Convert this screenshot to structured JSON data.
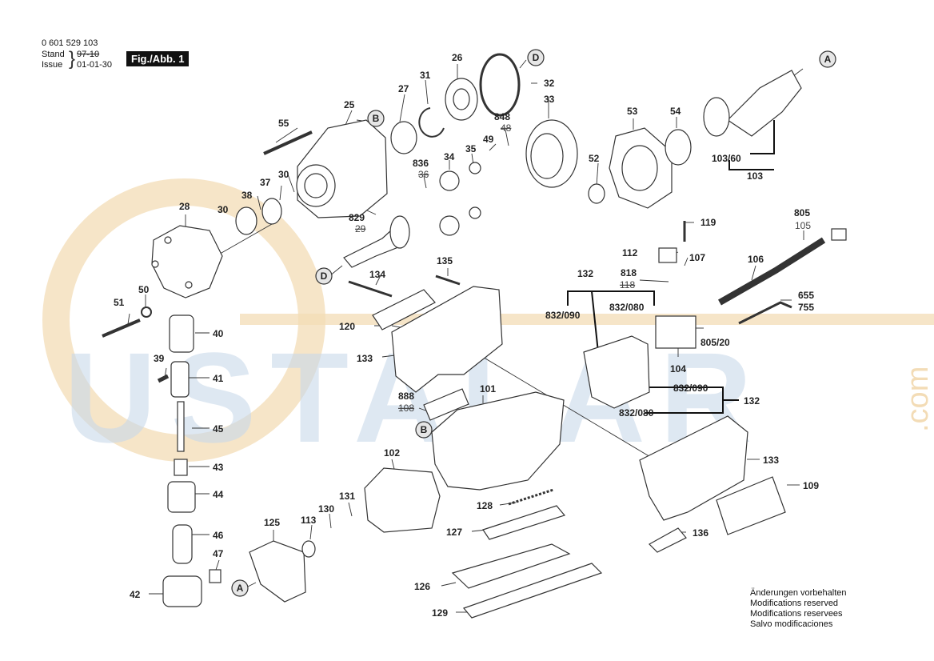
{
  "header": {
    "part_number": "0 601 529 103",
    "stand_label": "Stand",
    "stand_old": "97-10",
    "issue_label": "Issue",
    "issue_date": "01-01-30",
    "figure_label": "Fig./Abb. 1"
  },
  "watermark": {
    "brand": "USTALAR",
    "suffix": ".com",
    "colors": {
      "blue": "#c9d9ea",
      "orange": "#f3dcb6"
    }
  },
  "callouts": [
    "A",
    "B",
    "D"
  ],
  "parts": {
    "p25": "25",
    "p26": "26",
    "p27": "27",
    "p28": "28",
    "p29": "29",
    "p30a": "30",
    "p30b": "30",
    "p31": "31",
    "p32": "32",
    "p33": "33",
    "p34": "34",
    "p35": "35",
    "p36": "36",
    "p37": "37",
    "p38": "38",
    "p39": "39",
    "p40": "40",
    "p41": "41",
    "p42": "42",
    "p43": "43",
    "p44": "44",
    "p45": "45",
    "p46": "46",
    "p47": "47",
    "p48": "48",
    "p49": "49",
    "p50": "50",
    "p51": "51",
    "p52": "52",
    "p53": "53",
    "p54": "54",
    "p55": "55",
    "p101": "101",
    "p102": "102",
    "p103a": "103/60",
    "p103b": "103",
    "p104": "104",
    "p105": "105",
    "p106": "106",
    "p107": "107",
    "p108": "108",
    "p109": "109",
    "p112": "112",
    "p113": "113",
    "p118": "118",
    "p119": "119",
    "p120": "120",
    "p125": "125",
    "p126": "126",
    "p127": "127",
    "p128": "128",
    "p129": "129",
    "p130": "130",
    "p131": "131",
    "p132a": "132",
    "p132b": "132",
    "p133a": "133",
    "p133b": "133",
    "p134": "134",
    "p135": "135",
    "p136": "136",
    "p655": "655",
    "p755": "755",
    "p805": "805",
    "p80520": "805/20",
    "p818": "818",
    "p829": "829",
    "p832090a": "832/090",
    "p832080a": "832/080",
    "p832090b": "832/090",
    "p832080b": "832/080",
    "p836": "836",
    "p848": "848",
    "p888": "888"
  },
  "notes": {
    "de": "Änderungen vorbehalten",
    "en": "Modifications reserved",
    "fr": "Modifications reservees",
    "es": "Salvo modificaciones"
  }
}
